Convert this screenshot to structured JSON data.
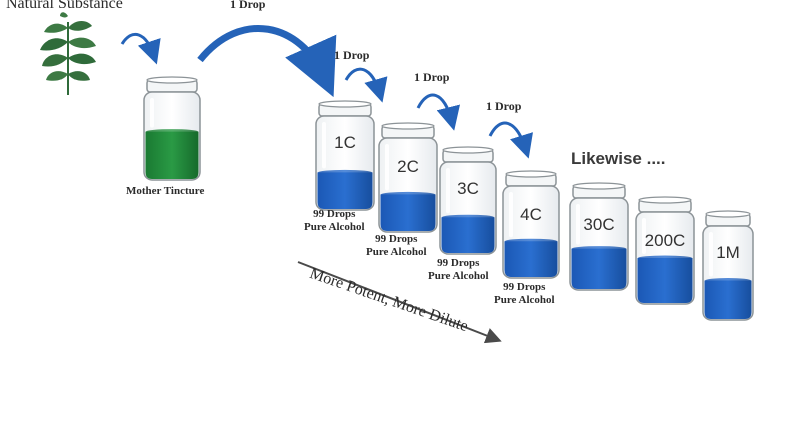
{
  "title": "Natural Substance",
  "mother_label": "Mother Tincture",
  "drop_labels": [
    "1 Drop",
    "1 Drop",
    "1 Drop",
    "1 Drop"
  ],
  "jars": [
    {
      "label": "1C",
      "fill": 0.4
    },
    {
      "label": "2C",
      "fill": 0.4
    },
    {
      "label": "3C",
      "fill": 0.4
    },
    {
      "label": "4C",
      "fill": 0.4
    },
    {
      "label": "30C",
      "fill": 0.45
    },
    {
      "label": "200C",
      "fill": 0.5
    },
    {
      "label": "1M",
      "fill": 0.42
    }
  ],
  "alcohol_labels": [
    {
      "line1": "99 Drops",
      "line2": "Pure Alcohol"
    },
    {
      "line1": "99 Drops",
      "line2": "Pure Alcohol"
    },
    {
      "line1": "99 Drops",
      "line2": "Pure Alcohol"
    },
    {
      "line1": "99 Drops",
      "line2": "Pure Alcohol"
    }
  ],
  "likewise": "Likewise ....",
  "potency_label": "More Potent, More Dilute",
  "colors": {
    "green_tincture": "#1f8a3a",
    "blue_liquid": "#1f5fbf",
    "arrow": "#2563b8",
    "plant": "#2f6b3a"
  }
}
